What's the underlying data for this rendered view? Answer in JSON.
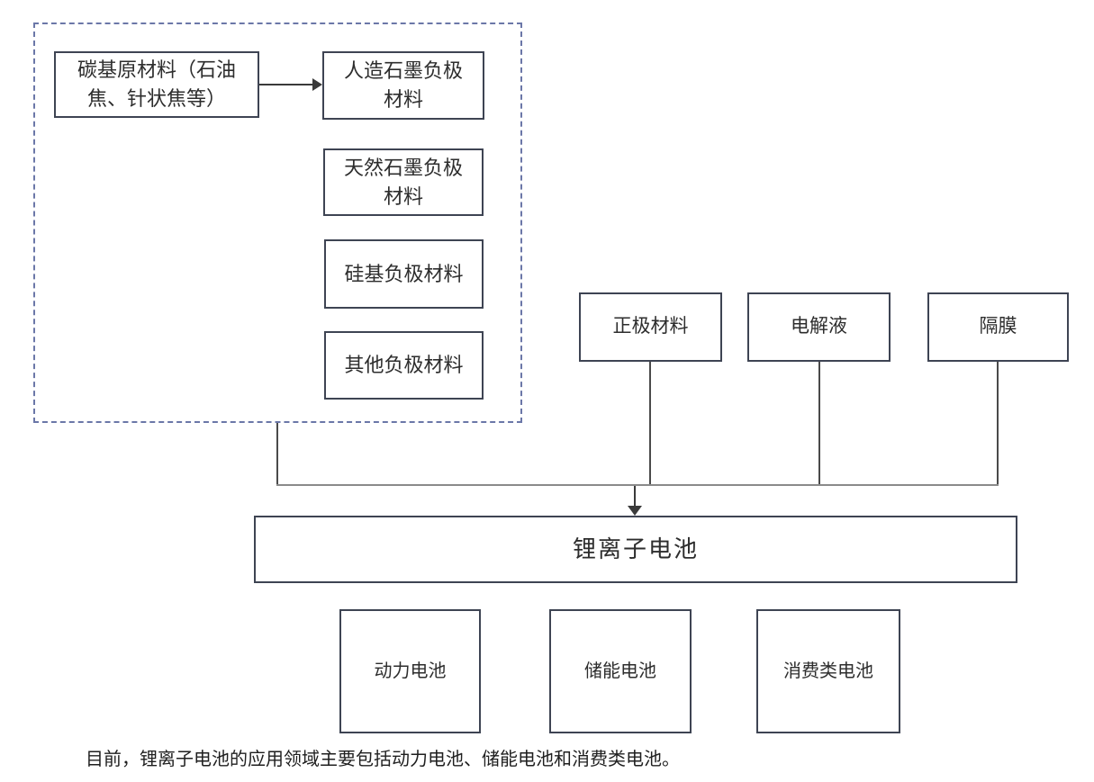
{
  "diagram": {
    "anode_group": {
      "raw_material_label": "碳基原材料（石油\n焦、针状焦等）",
      "artificial_graphite_label": "人造石墨负极\n材料",
      "natural_graphite_label": "天然石墨负极\n材料",
      "silicon_anode_label": "硅基负极材料",
      "other_anode_label": "其他负极材料"
    },
    "components": {
      "cathode_label": "正极材料",
      "electrolyte_label": "电解液",
      "separator_label": "隔膜"
    },
    "battery_label": "锂离子电池",
    "applications": {
      "power_battery_label": "动力电池",
      "energy_storage_label": "储能电池",
      "consumer_battery_label": "消费类电池"
    },
    "caption": "目前，锂离子电池的应用领域主要包括动力电池、储能电池和消费类电池。"
  },
  "colors": {
    "box_border": "#3e4453",
    "dashed_border": "#6b77a8",
    "connector_gray": "#8a8a8a",
    "connector_dark": "#3a3a3a",
    "text": "#2d2d2d"
  }
}
